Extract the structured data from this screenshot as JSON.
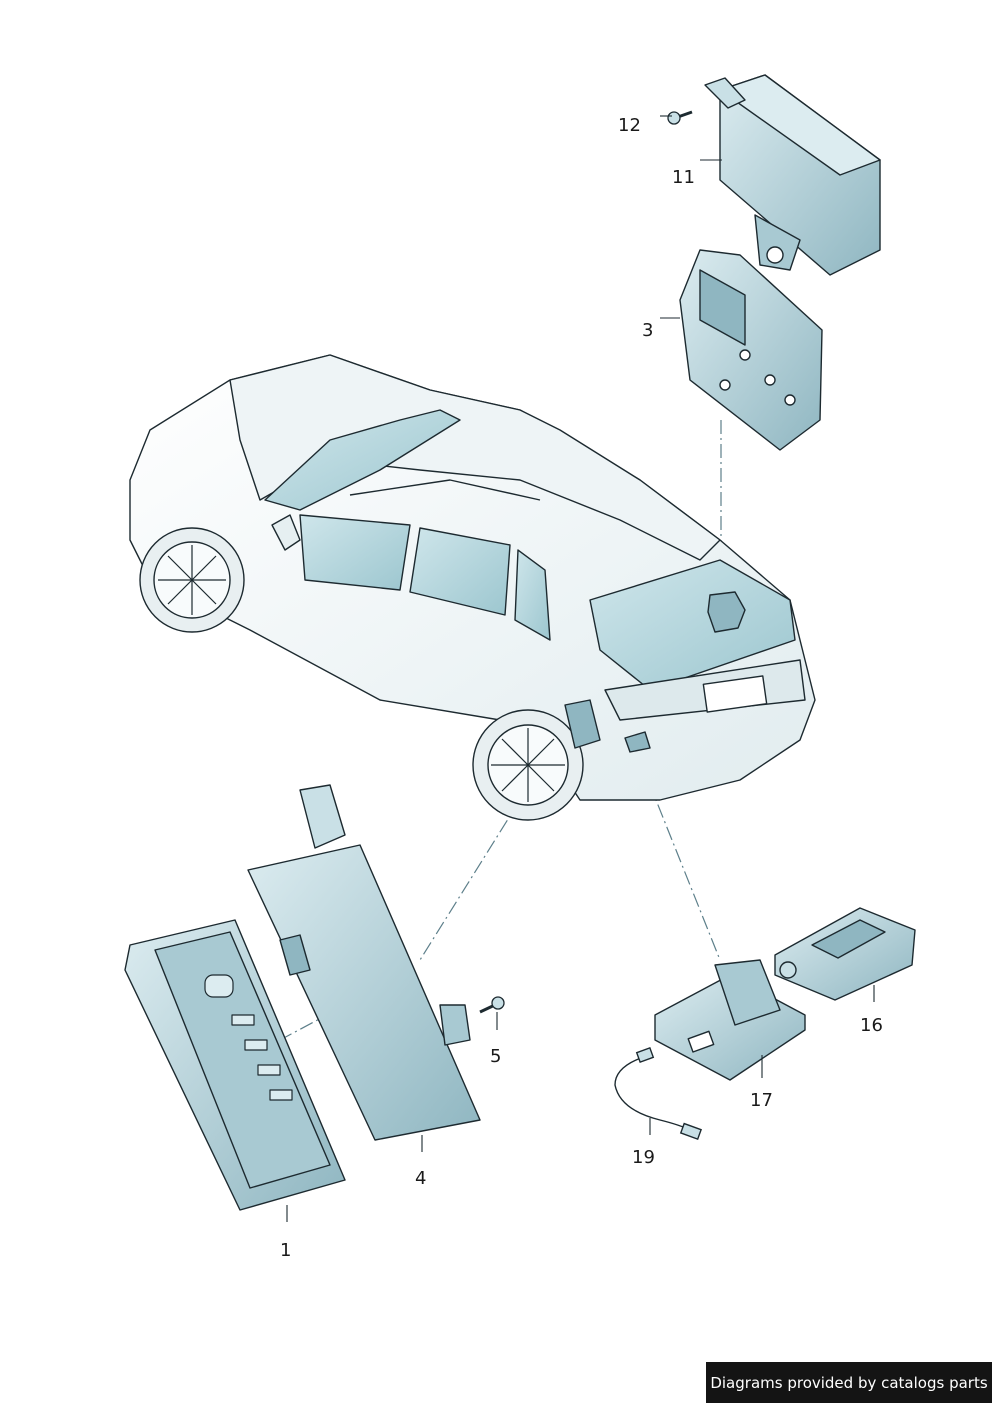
{
  "callouts": {
    "c1": "1",
    "c3": "3",
    "c4": "4",
    "c5": "5",
    "c11": "11",
    "c12": "12",
    "c16": "16",
    "c17": "17",
    "c19": "19"
  },
  "footer": {
    "credit_text": "Diagrams provided by catalogs parts"
  },
  "colors": {
    "part_fill": "#c9e0e6",
    "part_shade": "#8fb6c1",
    "part_dark": "#5f8a97",
    "outline": "#1d2a30",
    "car_fill": "#f2f6f7",
    "glass": "#b9dbe2",
    "leader": "#5d7f8a"
  }
}
